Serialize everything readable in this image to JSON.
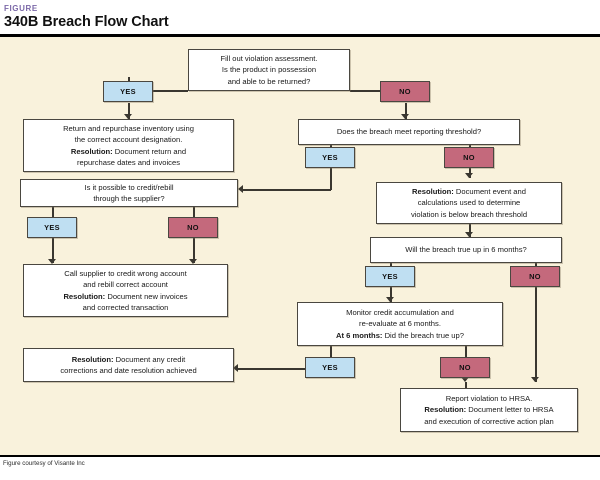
{
  "header": {
    "figure_label": "FIGURE",
    "title": "340B Breach Flow Chart"
  },
  "footer": {
    "credit": "Figure courtesy of Visante Inc"
  },
  "colors": {
    "canvas_bg": "#f9f2dc",
    "yes_chip": "#bfdff2",
    "no_chip": "#c4697c",
    "node_bg": "#ffffff",
    "node_border": "#4a4740",
    "figure_label": "#7b68a8",
    "connector": "#3a3730"
  },
  "labels": {
    "yes": "YES",
    "no": "NO"
  },
  "nodes": {
    "start": {
      "lines": [
        "Fill out violation assessment.",
        "Is the product in possession",
        "and able to be returned?"
      ]
    },
    "return_repurchase": {
      "lines": [
        "Return and repurchase inventory using",
        "the correct account designation."
      ],
      "resolution_label": "Resolution:",
      "resolution_lines": [
        "Document return and",
        "repurchase dates and invoices"
      ]
    },
    "reporting_threshold": {
      "lines": [
        "Does the breach meet reporting threshold?"
      ]
    },
    "below_threshold_resolution": {
      "resolution_label": "Resolution:",
      "resolution_lines": [
        "Document event and",
        "calculations used to determine",
        "violation is below breach threshold"
      ]
    },
    "credit_rebill": {
      "lines": [
        "Is it possible to credit/rebill",
        "through the supplier?"
      ]
    },
    "true_up_6_months": {
      "lines": [
        "Will the breach true up in 6 months?"
      ]
    },
    "call_supplier": {
      "lines": [
        "Call supplier to credit wrong account",
        "and rebill correct account"
      ],
      "resolution_label": "Resolution:",
      "resolution_lines": [
        "Document new invoices",
        "and corrected transaction"
      ]
    },
    "monitor_credit": {
      "lines": [
        "Monitor credit accumulation and",
        "re-evaluate at 6 months."
      ],
      "emphasis_label": "At 6 months:",
      "emphasis_text": "Did the breach true up?"
    },
    "credit_corrections_resolution": {
      "resolution_label": "Resolution:",
      "resolution_lines": [
        "Document any credit",
        "corrections and date resolution achieved"
      ]
    },
    "report_hrsa": {
      "lines": [
        "Report violation to HRSA."
      ],
      "resolution_label": "Resolution:",
      "resolution_lines": [
        "Document letter to HRSA",
        "and execution of corrective action plan"
      ]
    }
  }
}
